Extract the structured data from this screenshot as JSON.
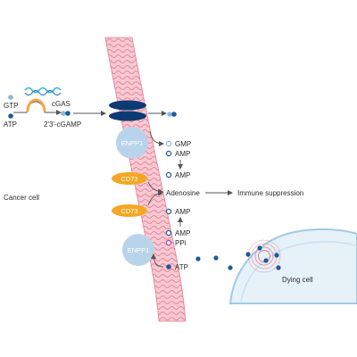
{
  "labels": {
    "gtp": "GTP",
    "atp_left": "ATP",
    "cgas": "cGAS",
    "cgamp": "2'3'-cGAMP",
    "cancer_cell": "Cancer cell",
    "enpp1_top": "ENPP1",
    "cd73_top": "CD73",
    "cd73_bottom": "CD73",
    "enpp1_bottom": "ENPP1",
    "gmp": "GMP",
    "amp_1": "AMP",
    "amp_2": "AMP",
    "adenosine": "Adenosine",
    "immune_suppression": "Immune suppression",
    "amp_3": "AMP",
    "amp_4": "AMP",
    "ppi": "PPi",
    "atp_right": "ATP",
    "dying_cell": "Dying cell"
  },
  "colors": {
    "membrane": "#f2a8b6",
    "membrane_dark": "#e07f93",
    "protein_blue": "#b9d4ea",
    "transporter_navy": "#0d3b73",
    "cd73_orange": "#f5a623",
    "dot_navy": "#1f5a96",
    "dot_light": "#8ab8df",
    "ppi_purple": "#a43fb2",
    "cgas_orange": "#f6a44a",
    "dna_teal": "#34b4c8",
    "dying_cell_fill": "#e6f1f8",
    "dying_cell_stroke": "#9ecbe6",
    "ripple_red": "#e36f7e",
    "arrow_gray": "#555555"
  }
}
